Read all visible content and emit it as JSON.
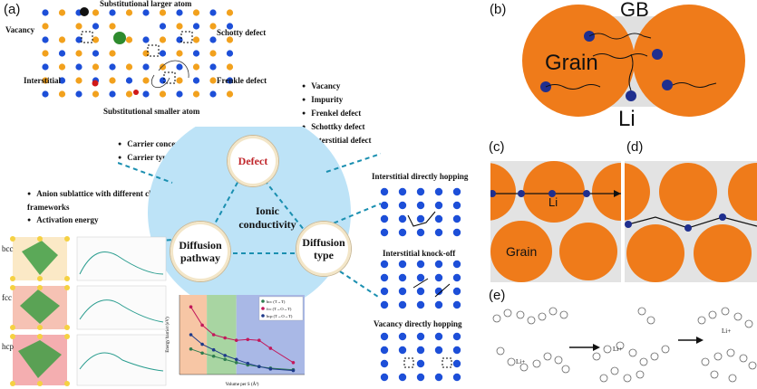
{
  "panel_a": {
    "letter": "(a)",
    "labels": {
      "vacancy": "Vacancy",
      "substitutional_larger": "Substitutional larger atom",
      "schotky": "Schotty defect",
      "interstitial": "Interstitial",
      "frenkle": "Frenkle defect",
      "substitutional_smaller": "Substitutional smaller atom"
    },
    "defect_list": [
      "Vacancy",
      "Impurity",
      "Frenkel defect",
      "Schottky defect",
      "Interstitial defect"
    ],
    "carrier_list": [
      "Carrier concentration",
      "Carrier type"
    ],
    "anion_list": [
      "Anion sublattice with different close packed frameworks",
      "Activation energy"
    ],
    "center": {
      "title": "Ionic conductivity",
      "node_defect": "Defect",
      "node_diffusion_pathway": "Diffusion pathway",
      "node_diffusion_type": "Diffusion type"
    },
    "structures": [
      "bcc",
      "fcc",
      "hcp"
    ],
    "hopping": {
      "interstitial_direct": "Interstitial directly hopping",
      "interstitial_knockoff": "Interstitial knock-off",
      "vacancy_direct": "Vacancy directly hopping"
    }
  },
  "chart_data": {
    "type": "line",
    "xlabel": "Volume per S (Å³)",
    "ylabel": "Energy barrier (eV)",
    "x": [
      25,
      30,
      35,
      40,
      45,
      50,
      55,
      60,
      70
    ],
    "series": [
      {
        "name": "bcc (T→T)",
        "color": "#2e7d4f",
        "values": [
          0.32,
          0.27,
          0.23,
          0.19,
          0.15,
          0.12,
          0.1,
          0.08,
          0.06
        ]
      },
      {
        "name": "fcc (T→O→T)",
        "color": "#c2185b",
        "values": [
          0.85,
          0.62,
          0.5,
          0.46,
          0.43,
          0.44,
          0.43,
          0.33,
          0.15
        ]
      },
      {
        "name": "hcp (T→O→T)",
        "color": "#1e3a8a",
        "values": [
          0.5,
          0.38,
          0.31,
          0.24,
          0.19,
          0.14,
          0.1,
          0.07,
          0.05
        ]
      }
    ],
    "region_colors": [
      "#f7c6a5",
      "#a8d5a2",
      "#a9b8e6"
    ]
  },
  "panel_b": {
    "letter": "(b)",
    "gb": "GB",
    "grain": "Grain",
    "li": "Li"
  },
  "panel_c": {
    "letter": "(c)",
    "li": "Li",
    "grain": "Grain"
  },
  "panel_d": {
    "letter": "(d)"
  },
  "panel_e": {
    "letter": "(e)",
    "li": "Li+"
  },
  "colors": {
    "grain": "#ef7b1a",
    "li": "#1f2f8f",
    "lattice_blue": "#1d4fd8",
    "lattice_orange": "#f2a11d",
    "green": "#2e8b2e",
    "red": "#d01818",
    "hub": "#bde3f7"
  }
}
